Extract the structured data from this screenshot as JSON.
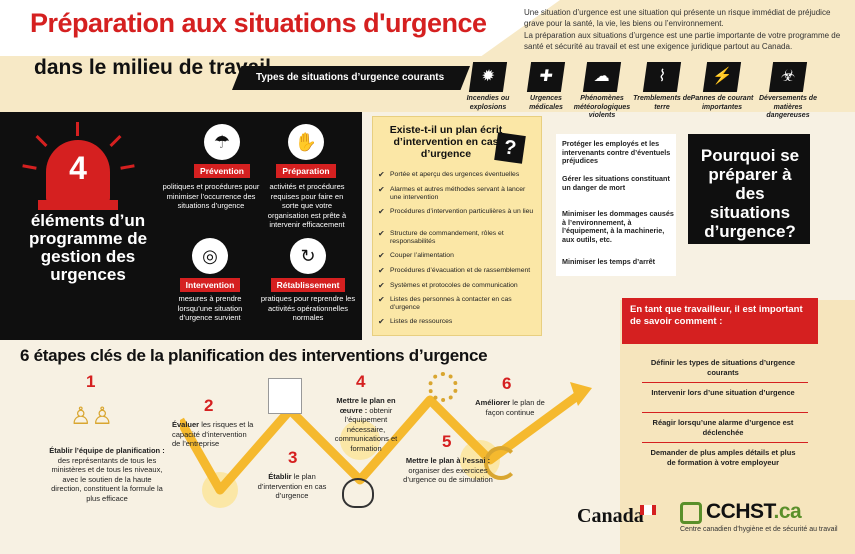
{
  "header": {
    "title": "Préparation aux situations d'urgence",
    "subtitle": "dans le milieu de travail",
    "intro_1": "Une situation d’urgence est une situation qui présente un risque immédiat de préjudice grave pour la santé, la vie, les biens ou l’environnement.",
    "intro_2": "La préparation aux situations d’urgence est une partie importante de votre programme de santé et sécurité au travail et est une exigence juridique partout au Canada."
  },
  "types": {
    "label": "Types de situations d’urgence courants",
    "items": [
      {
        "label": "Incendies ou explosions",
        "icon": "fire-icon",
        "glyph": "✹"
      },
      {
        "label": "Urgences médicales",
        "icon": "ambulance-icon",
        "glyph": "✚"
      },
      {
        "label": "Phénomènes météorologiques violents",
        "icon": "storm-icon",
        "glyph": "☁"
      },
      {
        "label": "Tremblements de terre",
        "icon": "earthquake-icon",
        "glyph": "⌇"
      },
      {
        "label": "Pannes de courant importantes",
        "icon": "power-outage-icon",
        "glyph": "⚡"
      },
      {
        "label": "Déversements de matières dangereuses",
        "icon": "hazmat-icon",
        "glyph": "☣"
      }
    ]
  },
  "elements": {
    "number": "4",
    "title": "éléments d’un programme de gestion des urgences",
    "items": [
      {
        "tag": "Prévention",
        "desc": "politiques et procédures pour minimiser l’occurrence des situations d’urgence",
        "icon": "umbrella-icon",
        "glyph": "☂"
      },
      {
        "tag": "Préparation",
        "desc": "activités et procédures requises pour faire en sorte que votre organisation est prête à intervenir efficacement",
        "icon": "handshake-icon",
        "glyph": "✋"
      },
      {
        "tag": "Intervention",
        "desc": "mesures à prendre lorsqu’une situation d’urgence survient",
        "icon": "lifebuoy-icon",
        "glyph": "◎"
      },
      {
        "tag": "Rétablissement",
        "desc": "pratiques pour reprendre les activités opérationnelles normales",
        "icon": "recovery-icon",
        "glyph": "↻"
      }
    ]
  },
  "plan": {
    "title": "Existe-t-il un plan écrit d’intervention en cas d’urgence",
    "question_mark": "?",
    "items": [
      "Portée et aperçu des urgences éventuelles",
      "Alarmes et autres méthodes servant à lancer une intervention",
      "Procédures d’intervention particulières à un lieu",
      "Structure de commandement, rôles et responsabilités",
      "Couper l’alimentation",
      "Procédures d’évacuation et de rassemblement",
      "Systèmes et protocoles de communication",
      "Listes des personnes à contacter en cas d’urgence",
      "Listes de ressources"
    ]
  },
  "reasons": {
    "items": [
      "Protéger les employés et les intervenants contre d’éventuels préjudices",
      "Gérer les situations constituant un danger de mort",
      "Minimiser les dommages causés à l’environnement, à l’équipement, à la machinerie, aux outils, etc.",
      "Minimiser les temps d’arrêt"
    ],
    "why": "Pourquoi se préparer à des situations d’urgence?"
  },
  "worker": {
    "title": "En tant que travailleur, il est important de savoir comment :",
    "items": [
      "Définir les types de situations d’urgence courants",
      "Intervenir lors d’une situation d’urgence",
      "Réagir lorsqu’une alarme d’urgence est déclenchée",
      "Demander de plus amples détails et plus de formation à votre employeur"
    ]
  },
  "steps": {
    "title": "6 étapes clés de la planification des interventions d’urgence",
    "items": [
      {
        "num": "1",
        "bold": "Établir l’équipe de planification :",
        "rest": " des représentants de tous les ministères et de tous les niveaux, avec le soutien de la haute direction, constituent la formule la plus efficace"
      },
      {
        "num": "2",
        "bold": "Évaluer",
        "rest": " les risques et la capacité d’intervention de l’entreprise"
      },
      {
        "num": "3",
        "bold": "Établir",
        "rest": " le plan d’intervention en cas d’urgence"
      },
      {
        "num": "4",
        "bold": "Mettre le plan en œuvre :",
        "rest": " obtenir l’équipement nécessaire, communications et formation"
      },
      {
        "num": "5",
        "bold": "Mettre le plan à l’essai :",
        "rest": " organiser des exercices d’urgence ou de simulation"
      },
      {
        "num": "6",
        "bold": "Améliorer",
        "rest": " le plan de façon continue"
      }
    ]
  },
  "footer": {
    "canada": "Canada",
    "cchst": "CCHST",
    "cchst_ca": ".ca",
    "cchst_sub": "Centre canadien d’hygiène et de sécurité au travail"
  },
  "colors": {
    "accent": "#d52020",
    "dark": "#0f0f0f",
    "cream": "#f7e9c6",
    "plan": "#fbe7a6",
    "arrow": "#f5b92e",
    "green": "#5a8f2a"
  }
}
